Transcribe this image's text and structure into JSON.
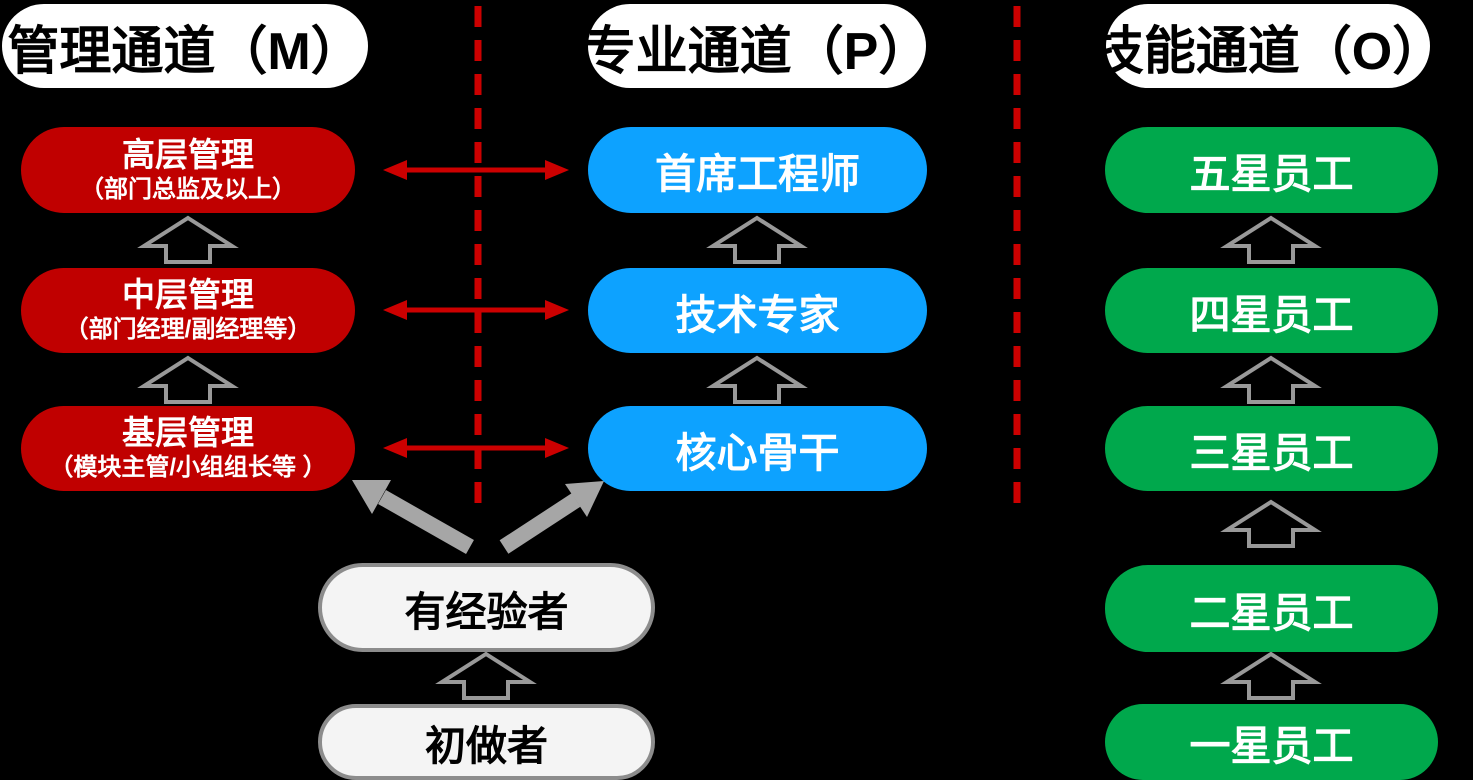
{
  "colors": {
    "background": "#000000",
    "header-bg": "#FFFFFF",
    "management-red": "#C00000",
    "professional-blue": "#0DA2FF",
    "skill-green": "#00A84C",
    "entry-bg": "#F4F4F4",
    "entry-border": "#8C8C8C",
    "connector-red": "#CC0000",
    "arrow-gray": "#A6A6A6",
    "arrow-outline": "#999999",
    "text-dark": "#000000",
    "text-light": "#FFFFFF"
  },
  "columns": [
    {
      "id": "management",
      "header": "管理通道（M）",
      "levels": [
        {
          "title": "高层管理",
          "subtitle": "（部门总监及以上）"
        },
        {
          "title": "中层管理",
          "subtitle": "（部门经理/副经理等）"
        },
        {
          "title": "基层管理",
          "subtitle": "（模块主管/小组组长等 ）"
        }
      ]
    },
    {
      "id": "professional",
      "header": "专业通道（P）",
      "levels": [
        {
          "title": "首席工程师"
        },
        {
          "title": "技术专家"
        },
        {
          "title": "核心骨干"
        }
      ]
    },
    {
      "id": "skill",
      "header": "技能通道（O）",
      "levels": [
        {
          "title": "五星员工"
        },
        {
          "title": "四星员工"
        },
        {
          "title": "三星员工"
        },
        {
          "title": "二星员工"
        },
        {
          "title": "一星员工"
        }
      ]
    }
  ],
  "entry": {
    "experienced": {
      "label": "有经验者"
    },
    "beginner": {
      "label": "初做者"
    }
  },
  "relations": {
    "lateral_transfers": [
      [
        "高层管理",
        "首席工程师"
      ],
      [
        "中层管理",
        "技术专家"
      ],
      [
        "基层管理",
        "核心骨干"
      ]
    ],
    "vertical_promotions": [
      [
        "基层管理",
        "中层管理"
      ],
      [
        "中层管理",
        "高层管理"
      ],
      [
        "核心骨干",
        "技术专家"
      ],
      [
        "技术专家",
        "首席工程师"
      ],
      [
        "一星员工",
        "二星员工"
      ],
      [
        "二星员工",
        "三星员工"
      ],
      [
        "三星员工",
        "四星员工"
      ],
      [
        "四星员工",
        "五星员工"
      ],
      [
        "初做者",
        "有经验者"
      ]
    ],
    "entry_paths": [
      [
        "有经验者",
        "基层管理"
      ],
      [
        "有经验者",
        "核心骨干"
      ]
    ]
  }
}
